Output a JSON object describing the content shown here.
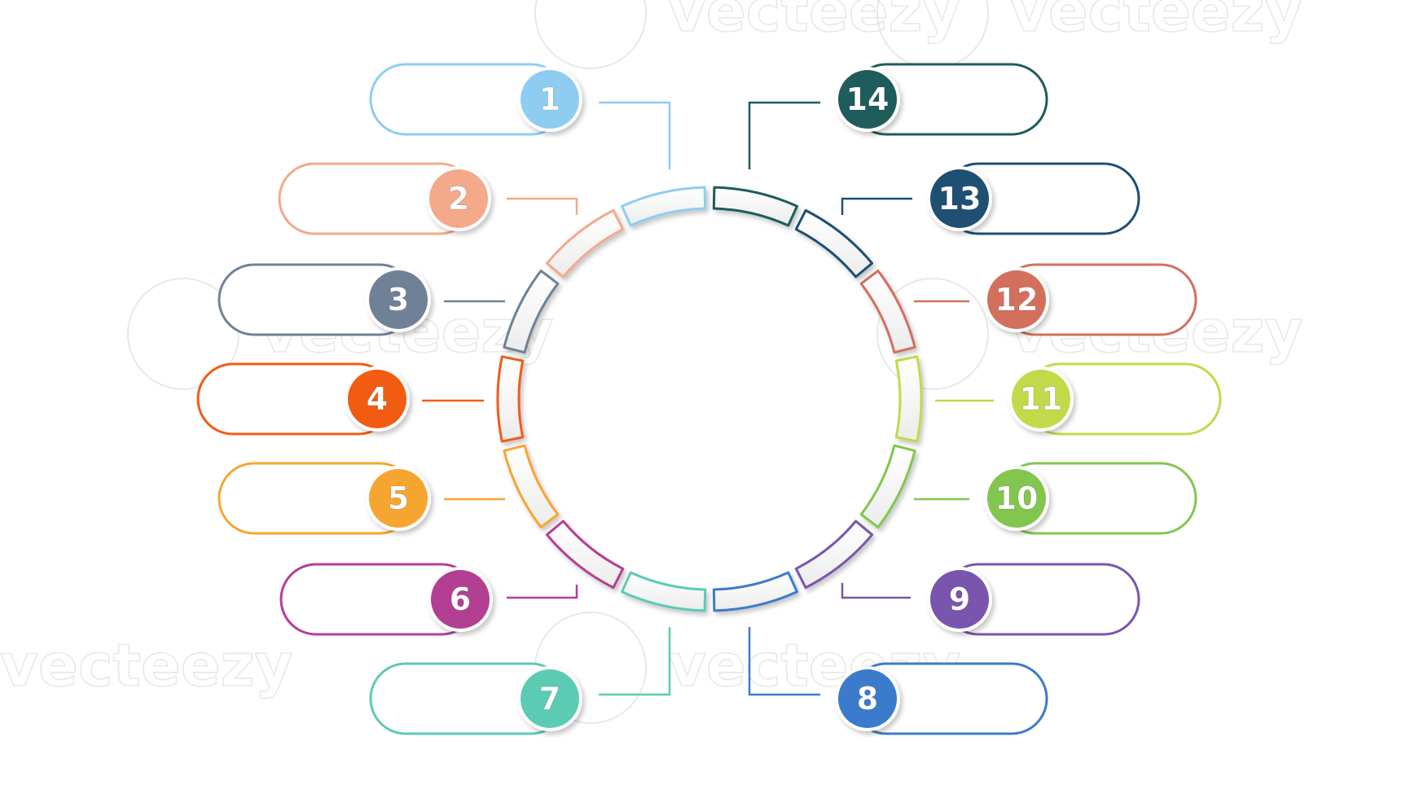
{
  "watermark": {
    "text": "vecteezy"
  },
  "steps": [
    {
      "number": "1",
      "color": "#8ecdf1"
    },
    {
      "number": "2",
      "color": "#f4a98a"
    },
    {
      "number": "3",
      "color": "#6f8197"
    },
    {
      "number": "4",
      "color": "#f25c12"
    },
    {
      "number": "5",
      "color": "#f7a531"
    },
    {
      "number": "6",
      "color": "#b33f93"
    },
    {
      "number": "7",
      "color": "#5ccbb3"
    },
    {
      "number": "8",
      "color": "#3b7bcc"
    },
    {
      "number": "9",
      "color": "#7a55ae"
    },
    {
      "number": "10",
      "color": "#82c64e"
    },
    {
      "number": "11",
      "color": "#c2d94a"
    },
    {
      "number": "12",
      "color": "#d2705d"
    },
    {
      "number": "13",
      "color": "#1f4f73"
    },
    {
      "number": "14",
      "color": "#1f5c5c"
    }
  ]
}
